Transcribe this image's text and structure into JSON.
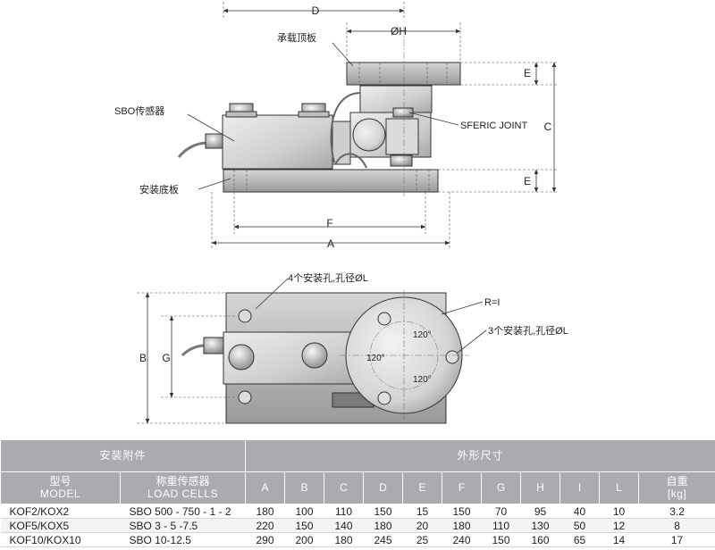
{
  "side_view": {
    "dim_d": "D",
    "dim_h": "ØH",
    "dim_e_top": "E",
    "dim_e_bottom": "E",
    "dim_c": "C",
    "dim_f": "F",
    "dim_a": "A",
    "label_top_plate": "承载顶板",
    "label_sensor": "SBO传感器",
    "label_joint": "SFERIC JOINT",
    "label_base_plate": "安装底板"
  },
  "top_view": {
    "label_4holes": "4个安装孔,孔径ØL",
    "label_r": "R=I",
    "label_3holes": "3个安装孔,孔径ØL",
    "angle_1": "120°",
    "angle_2": "120°",
    "angle_3": "120°",
    "dim_b": "B",
    "dim_g": "G"
  },
  "table": {
    "group_accessory": "安装附件",
    "group_dimensions": "外形尺寸",
    "col_model_cn": "型号",
    "col_model_en": "MODEL",
    "col_cells_cn": "称重传感器",
    "col_cells_en": "LOAD CELLS",
    "dim_cols": [
      "A",
      "B",
      "C",
      "D",
      "E",
      "F",
      "G",
      "H",
      "I",
      "L"
    ],
    "col_weight_cn": "自重",
    "col_weight_unit": "[kg]",
    "rows": [
      {
        "model": "KOF2/KOX2",
        "cells": "SBO 500 - 750 - 1 - 2",
        "dims": [
          "180",
          "100",
          "110",
          "150",
          "15",
          "150",
          "70",
          "95",
          "40",
          "10"
        ],
        "weight": "3.2"
      },
      {
        "model": "KOF5/KOX5",
        "cells": "SBO 3 - 5 -7.5",
        "dims": [
          "220",
          "150",
          "140",
          "180",
          "20",
          "180",
          "110",
          "130",
          "50",
          "12"
        ],
        "weight": "8"
      },
      {
        "model": "KOF10/KOX10",
        "cells": "SBO 10-12.5",
        "dims": [
          "290",
          "200",
          "180",
          "245",
          "25",
          "240",
          "150",
          "160",
          "65",
          "14"
        ],
        "weight": "17"
      }
    ]
  },
  "colors": {
    "metal_light": "#e2e2e2",
    "metal_mid": "#c4c4c4",
    "metal_dark": "#8e8e8e",
    "header_gray": "#a9abae"
  }
}
